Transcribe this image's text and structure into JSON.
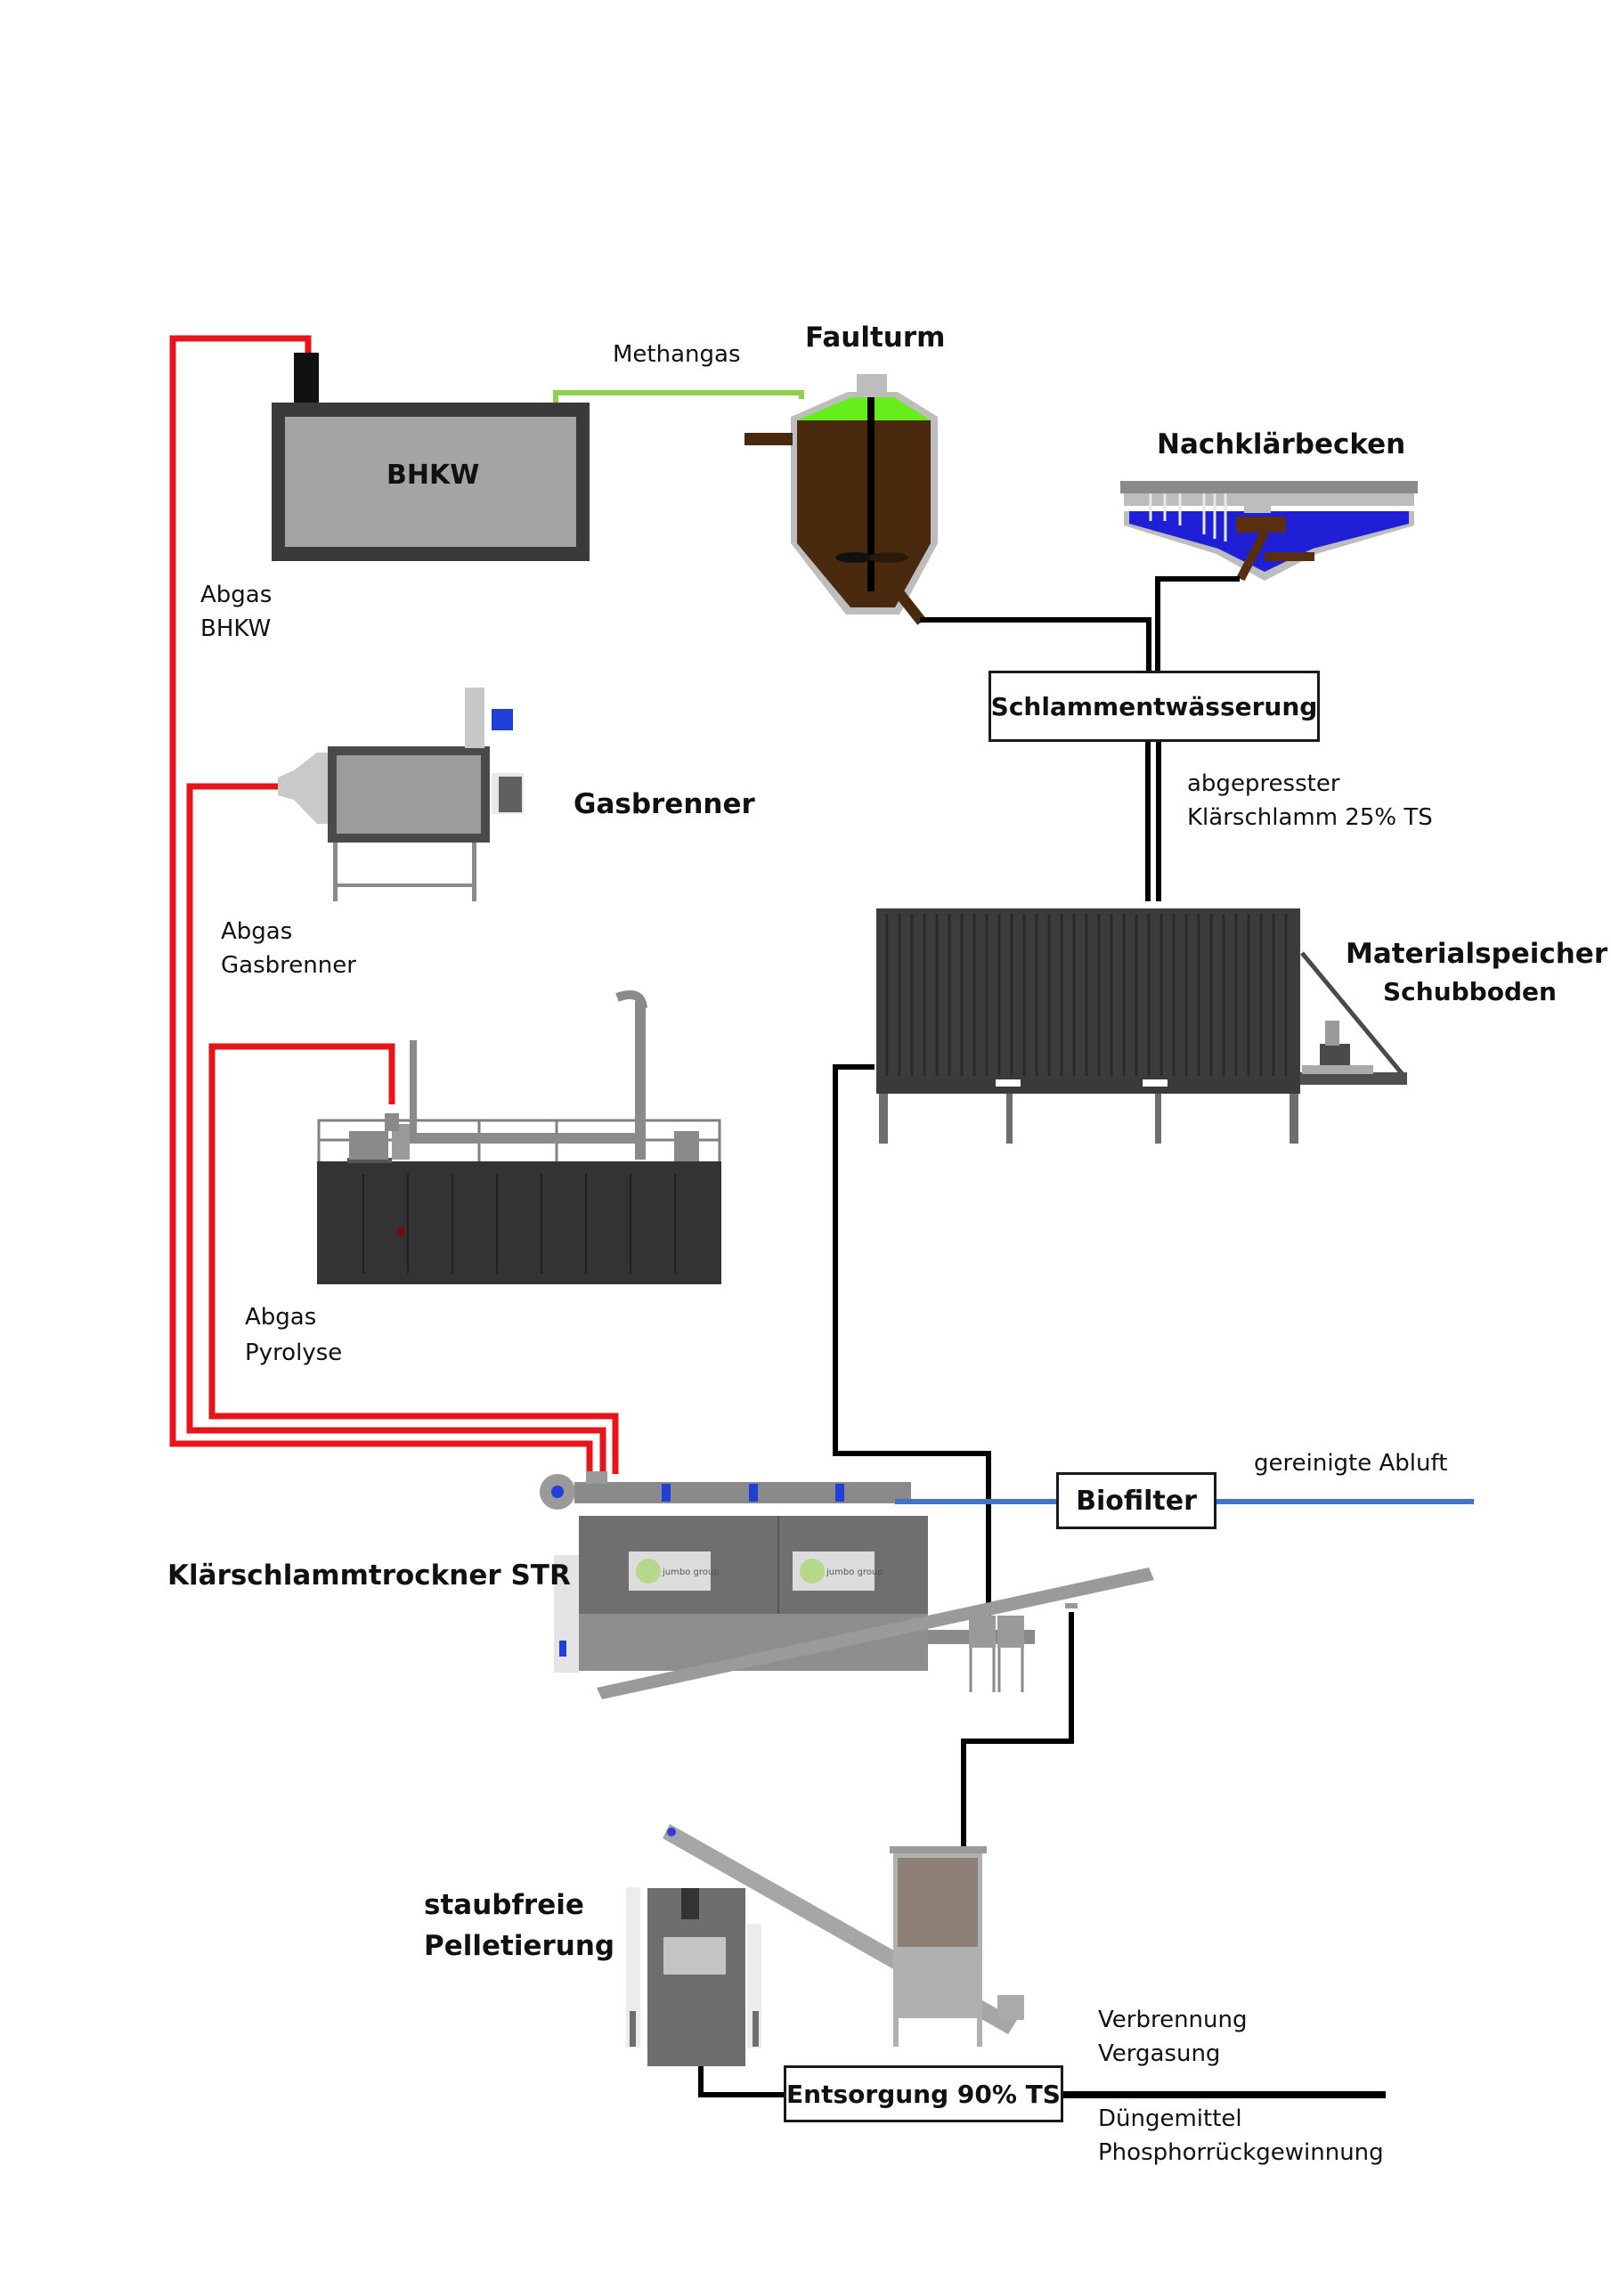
{
  "colors": {
    "exhaust_line": "#e8141b",
    "methane_line": "#8fd14f",
    "sludge_line": "#000000",
    "air_line": "#4472c4",
    "digester_fill": "#4a2a0e",
    "clarifier_water": "#1f1fd6"
  },
  "components": {
    "bhkw": "BHKW",
    "faulturm": "Faulturm",
    "nachklaerbecken": "Nachklärbecken",
    "schlammentwaesserung": "Schlammentwässerung",
    "materialspeicher": "Materialspeicher",
    "schubboden": "Schubboden",
    "gasbrenner": "Gasbrenner",
    "trockner": "Klärschlammtrockner STR",
    "biofilter": "Biofilter",
    "pelletierung_line1": "staubfreie",
    "pelletierung_line2": "Pelletierung",
    "entsorgung": "Entsorgung 90% TS"
  },
  "flow_labels": {
    "methangas": "Methangas",
    "abgas_bhkw_1": "Abgas",
    "abgas_bhkw_2": "BHKW",
    "abgas_gasbrenner_1": "Abgas",
    "abgas_gasbrenner_2": "Gasbrenner",
    "abgas_pyrolyse_1": "Abgas",
    "abgas_pyrolyse_2": "Pyrolyse",
    "abgepresst_1": "abgepresster",
    "abgepresst_2": "Klärschlamm 25% TS",
    "gereinigte_abluft": "gereinigte Abluft",
    "verwertung_1": "Verbrennung",
    "verwertung_2": "Vergasung",
    "verwertung_3": "Düngemittel",
    "verwertung_4": "Phosphorrückgewinnung"
  },
  "logos": {
    "dryer_logo": "jumbo group"
  }
}
